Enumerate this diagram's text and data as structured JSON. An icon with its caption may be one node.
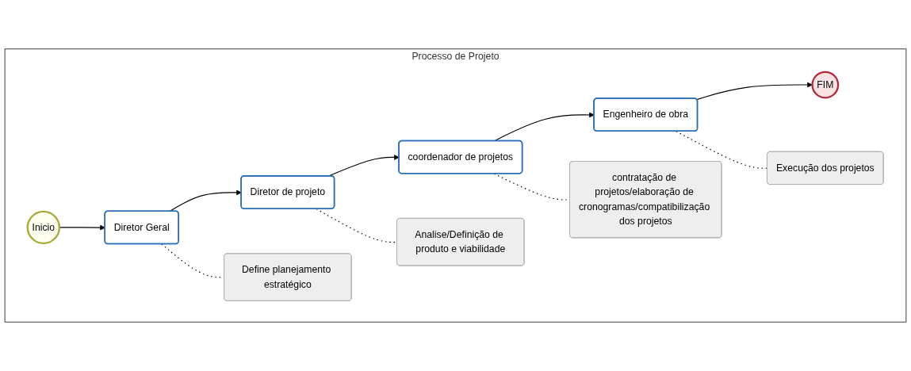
{
  "diagram": {
    "nodes": [
      {
        "text": [
          "Processo de Projeto"
        ]
      },
      {
        "text": [
          "Inicio"
        ],
        "in": 0
      },
      {
        "text": [
          "Diretor Geral"
        ],
        "in": 0
      },
      {
        "text": [
          "Diretor de projeto"
        ],
        "in": 0
      },
      {
        "text": [
          "coordenador de projetos"
        ],
        "in": 0
      },
      {
        "text": [
          "Engenheiro de obra"
        ],
        "in": 0
      },
      {
        "text": [
          "FIM"
        ],
        "in": 0
      },
      {
        "text": [
          "Define planejamento estratégico"
        ],
        "in": 0
      },
      {
        "text": [
          "Analise/Definição de produto e viabilidade"
        ],
        "in": 0
      },
      {
        "text": [
          "contratação de projetos/elaboração de cronogramas/compatibilização dos projetos"
        ],
        "in": 0
      },
      {
        "text": [
          "Execução dos projetos"
        ],
        "in": 0
      }
    ],
    "edges": [
      {
        "from": 1,
        "to": 2,
        "arrow": "to"
      },
      {
        "from": 2,
        "to": 3,
        "arrow": "to"
      },
      {
        "from": 3,
        "to": 4,
        "arrow": "to"
      },
      {
        "from": 4,
        "to": 5,
        "arrow": "to"
      },
      {
        "from": 5,
        "to": 6,
        "arrow": "to"
      },
      {
        "from": 2,
        "to": 7,
        "arrow": "none",
        "style": "dashed"
      },
      {
        "from": 3,
        "to": 8,
        "arrow": "none",
        "style": "dashed"
      },
      {
        "from": 4,
        "to": 9,
        "arrow": "none",
        "style": "dashed"
      },
      {
        "from": 5,
        "to": 10,
        "arrow": "none",
        "style": "dashed"
      }
    ]
  }
}
